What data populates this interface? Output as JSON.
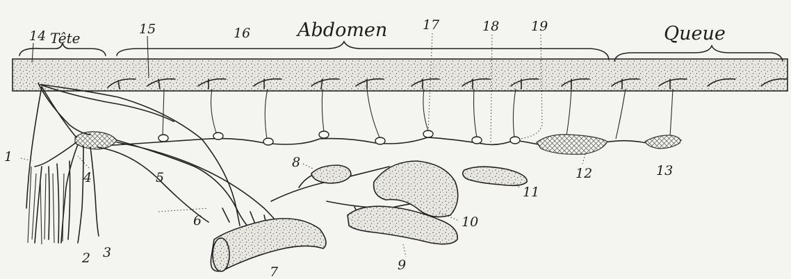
{
  "regions": {
    "head": "Tête",
    "abdomen": "Abdomen",
    "tail": "Queue"
  },
  "labels": {
    "n1": "1",
    "n2": "2",
    "n3": "3",
    "n4": "4",
    "n5": "5",
    "n6": "6",
    "n7": "7",
    "n8": "8",
    "n9": "9",
    "n10": "10",
    "n11": "11",
    "n12": "12",
    "n13": "13",
    "n14": "14",
    "n15": "15",
    "n16": "16",
    "n17": "17",
    "n18": "18",
    "n19": "19"
  }
}
